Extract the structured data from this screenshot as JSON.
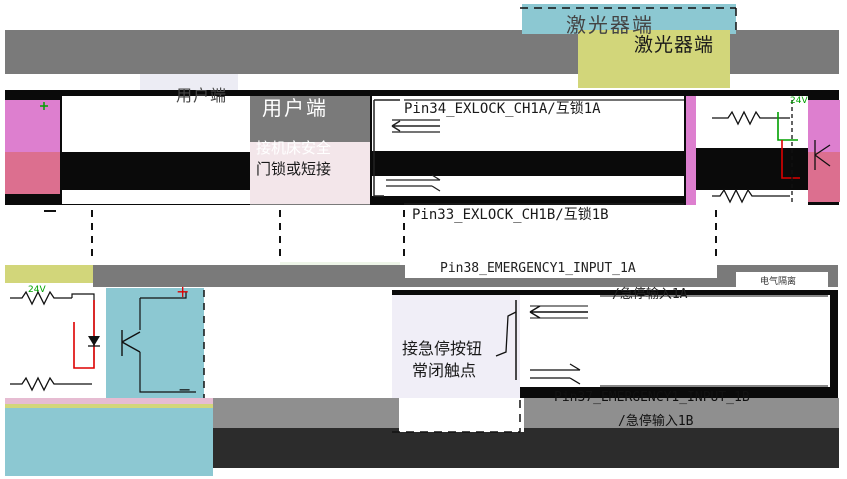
{
  "colors": {
    "grey_band": "#7a7a7a",
    "teal_band": "#8cc8d2",
    "olive_box": "#d2d67a",
    "pink": "#dd7fcf",
    "rose": "#dc6f8f",
    "black": "#0a0a0a",
    "wire_green": "#00a000",
    "wire_red": "#dd0000"
  },
  "laser_side": {
    "header": "激光器端",
    "header_echo": "激光器端"
  },
  "user_side": {
    "header": "用户端",
    "header_echo": "用户端"
  },
  "interlock": {
    "note_line1": "接机床安全",
    "note_line2": "门锁或短接",
    "pin_a": "Pin34_EXLOCK_CH1A/互锁1A",
    "pin_b": "Pin33_EXLOCK_CH1B/互锁1B"
  },
  "emergency": {
    "note_line1": "接急停按钮",
    "note_line2": "常闭触点",
    "pin_a": "Pin38_EMERGENCY1_INPUT_1A",
    "pin_a_cn": "/急停输入1A",
    "pin_b": "Pin37_EMERGENCY1_INPUT_1B",
    "pin_b_cn": "/急停输入1B"
  },
  "power": {
    "plus": "+",
    "minus": "−",
    "v24": "24V"
  },
  "small_tag": "电气隔离"
}
